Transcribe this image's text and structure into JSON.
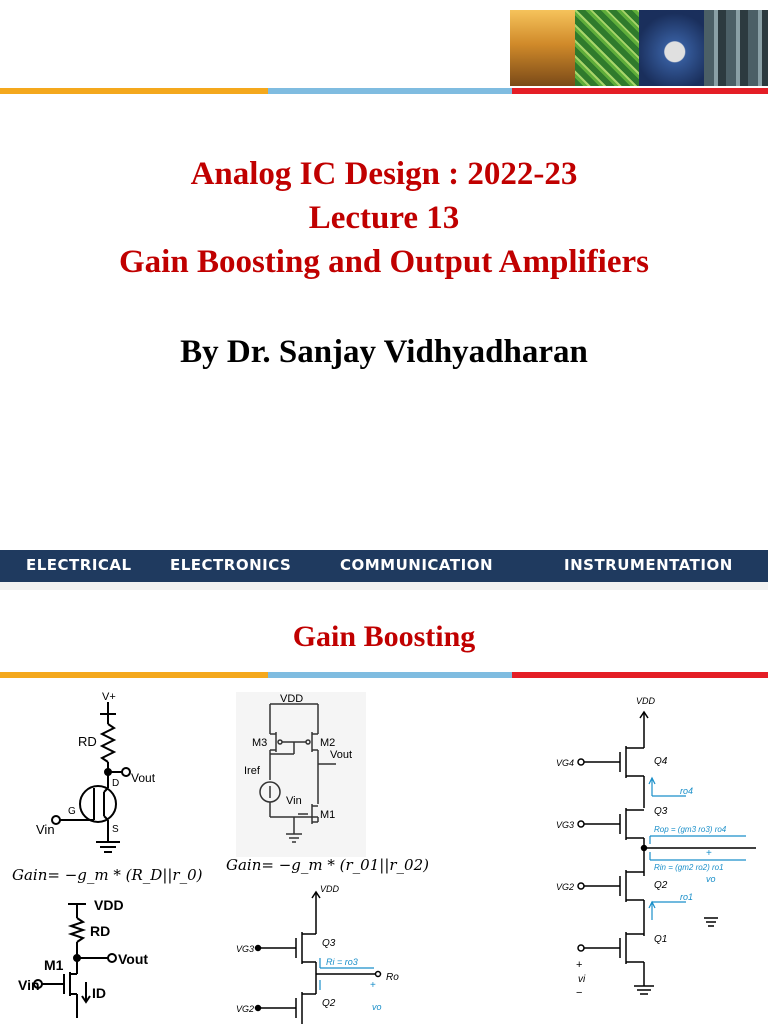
{
  "slide1": {
    "title_lines": [
      "Analog IC Design : 2022-23",
      "Lecture 13",
      "Gain Boosting and Output Amplifiers"
    ],
    "author": "By Dr. Sanjay Vidhyadharan",
    "categories": [
      "ELECTRICAL",
      "ELECTRONICS",
      "COMMUNICATION",
      "INSTRUMENTATION"
    ]
  },
  "slide2": {
    "title": "Gain Boosting",
    "formula1": "Gain= −g_m * (R_D||r_0)",
    "formula2": "Gain= −g_m * (r_01||r_02)",
    "circuit1": {
      "vplus": "V+",
      "rd": "RD",
      "d": "D",
      "vout": "Vout",
      "g": "G",
      "vin": "Vin",
      "s": "S"
    },
    "circuit2": {
      "vdd": "VDD",
      "m3": "M3",
      "m2": "M2",
      "vout": "Vout",
      "iref": "Iref",
      "vin": "Vin",
      "m1": "M1"
    },
    "circuit3": {
      "vdd": "VDD",
      "rd": "RD",
      "vout": "Vout",
      "m1": "M1",
      "vin": "Vin",
      "id": "ID"
    },
    "circuit4": {
      "vdd": "VDD",
      "vg3": "VG3",
      "q3": "Q3",
      "ri": "Ri = ro3",
      "ro": "Ro",
      "plus": "+",
      "vg2": "VG2",
      "q2": "Q2",
      "vo": "vo"
    },
    "circuit5": {
      "vdd": "VDD",
      "vg4": "VG4",
      "q4": "Q4",
      "ro4": "ro4",
      "vg3": "VG3",
      "q3": "Q3",
      "rop": "Rop = (gm3 ro3) ro4",
      "plus": "+",
      "vg2": "VG2",
      "rin": "Rin = (gm2 ro2) ro1",
      "q2": "Q2",
      "vo": "vo",
      "ro1": "ro1",
      "vi_plus": "+",
      "q1": "Q1",
      "vi": "vi",
      "vi_minus": "−"
    }
  },
  "colors": {
    "title_red": "#c00000",
    "bar_navy": "#1f3a5f",
    "stripe_orange": "#f4a81d",
    "stripe_blue": "#7fbce0",
    "stripe_red": "#e41e26",
    "circuit_blue": "#1a8fc9"
  }
}
